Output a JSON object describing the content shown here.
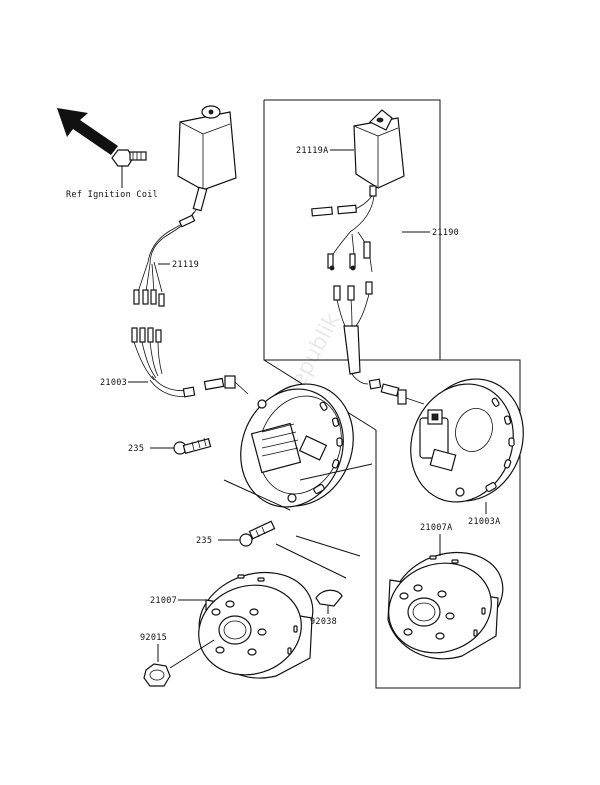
{
  "labels": {
    "ref_ignition_coil": "Ref Ignition Coil",
    "p21119": "21119",
    "p21119a": "21119A",
    "p21190": "21190",
    "p21003": "21003",
    "p21003a": "21003A",
    "p235_upper": "235",
    "p235_lower": "235",
    "p21007": "21007",
    "p21007a": "21007A",
    "p92015": "92015",
    "p92038": "92038"
  },
  "watermark": "PartsRepublik",
  "icons": {
    "direction_arrow": "arrow-up-left-icon"
  }
}
